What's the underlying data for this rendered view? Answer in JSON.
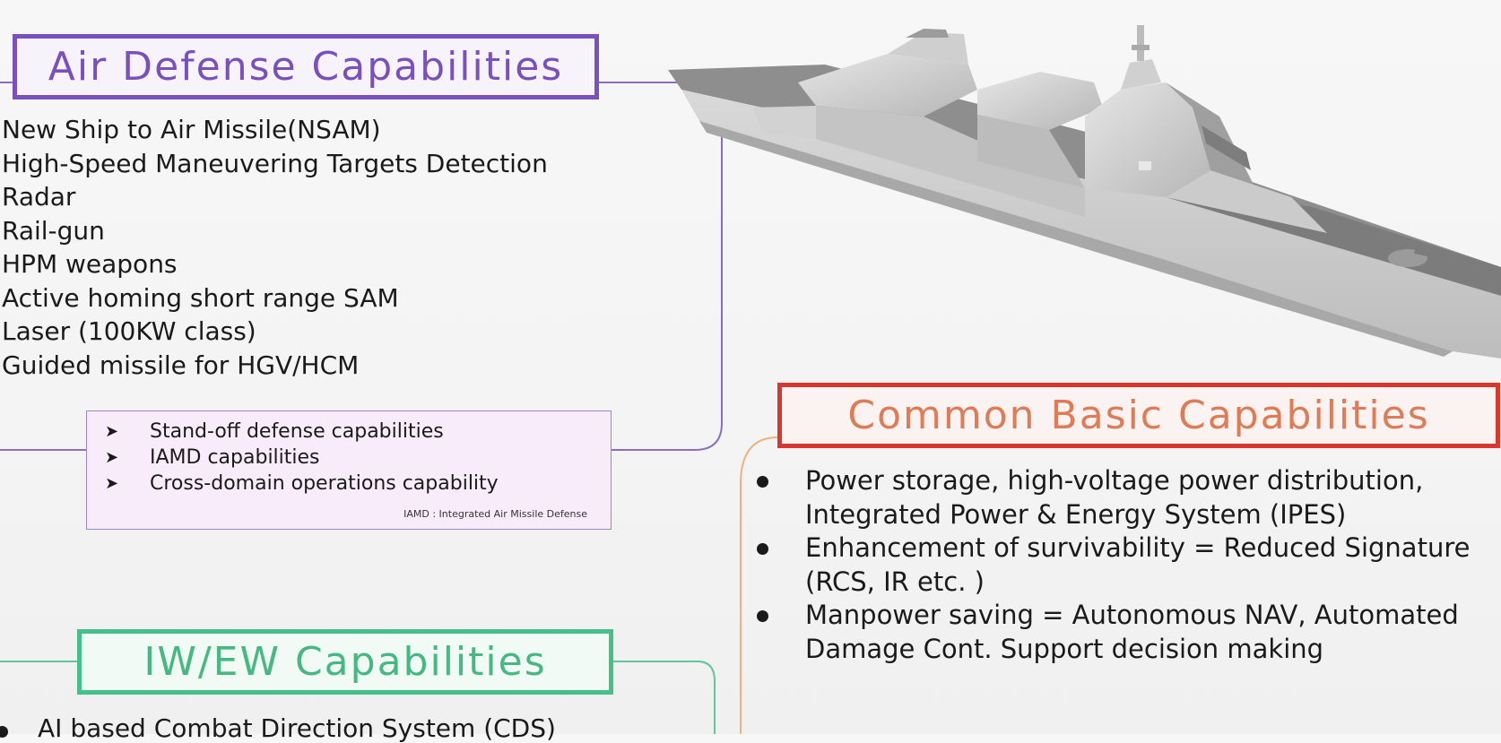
{
  "air_defense": {
    "title": "Air Defense Capabilities",
    "items": [
      "New Ship to Air Missile(NSAM)",
      "High-Speed Maneuvering Targets Detection",
      "Radar",
      "Rail-gun",
      "HPM weapons",
      "Active homing short range SAM",
      "Laser (100KW class)",
      "Guided missile for HGV/HCM"
    ],
    "sub_items": [
      "Stand-off defense capabilities",
      "IAMD capabilities",
      "Cross-domain operations capability"
    ],
    "footnote": "IAMD : Integrated Air Missile Defense"
  },
  "common_basic": {
    "title": "Common Basic Capabilities",
    "items": [
      "Power storage, high-voltage power distribution, Integrated Power & Energy System (IPES)",
      "Enhancement of survivability = Reduced Signature (RCS, IR etc. )",
      "Manpower saving  = Autonomous NAV, Automated Damage Cont. Support decision making"
    ]
  },
  "iw_ew": {
    "title": "IW/EW Capabilities",
    "items": [
      "AI based Combat Direction System (CDS)"
    ]
  },
  "colors": {
    "air_defense": "#7a4fbe",
    "common_basic_border": "#d9372d",
    "common_basic_text": "#e07c55",
    "iw_ew": "#46c089"
  }
}
